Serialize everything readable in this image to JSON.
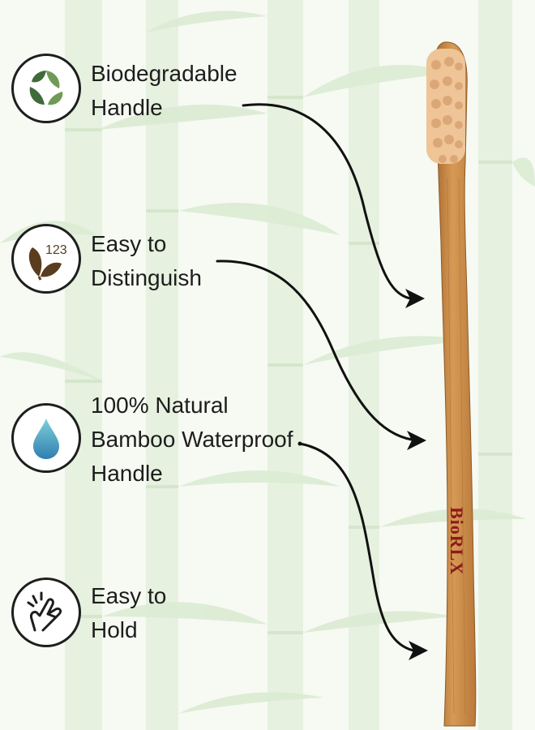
{
  "features": [
    {
      "icon": "leaves-recycle-icon",
      "lines": [
        "Biodegradable",
        "Handle"
      ]
    },
    {
      "icon": "leaf-123-icon",
      "icon_text": "123",
      "lines": [
        "Easy to",
        "Distinguish"
      ]
    },
    {
      "icon": "water-drop-icon",
      "lines": [
        "100% Natural",
        "Bamboo Waterproof",
        "Handle"
      ]
    },
    {
      "icon": "hand-pinch-icon",
      "lines": [
        "Easy to",
        "Hold"
      ]
    }
  ],
  "toothbrush": {
    "brand": "BioRLX"
  },
  "colors": {
    "text": "#1d1d1d",
    "leaf_dark": "#3f6b3a",
    "leaf_light": "#6f9a58",
    "leaf_brown": "#5a3d1e",
    "drop_top": "#7fcfdb",
    "drop_bottom": "#2f7fb0",
    "bamboo": "#c98a45",
    "bristles": "#e8b88a",
    "brand": "#8b1a1a",
    "background_leaves": "#e4f0de"
  }
}
